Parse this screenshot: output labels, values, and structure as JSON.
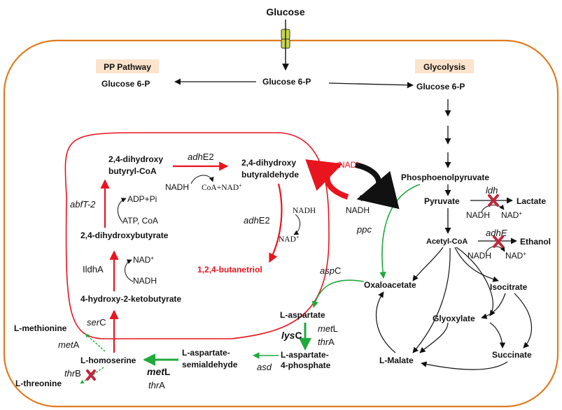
{
  "metabolites": {
    "glucose_top": "Glucose",
    "g6p_left": "Glucose 6-P",
    "g6p_center": "Glucose 6-P",
    "g6p_right": "Glucose 6-P",
    "pep": "Phosphoenolpyruvate",
    "pyruvate": "Pyruvate",
    "lactate": "Lactate",
    "acetyl_coa": "Acetyl-CoA",
    "ethanol": "Ethanol",
    "oxaloacetate": "Oxaloacetate",
    "isocitrate": "Isocitrate",
    "glyoxylate": "Glyoxylate",
    "l_malate": "L-Malate",
    "succinate": "Succinate",
    "l_aspartate": "L-aspartate",
    "l_aspartate_4p_1": "L-aspartate-",
    "l_aspartate_4p_2": "4-phosphate",
    "l_asp_semi_1": "L-aspartate-",
    "l_asp_semi_2": "semialdehyde",
    "l_homoserine": "L-homoserine",
    "l_methionine": "L-methionine",
    "l_threonine": "L-threonine",
    "hkb": "4-hydroxy-2-ketobutyrate",
    "dhb": "2,4-dihydroxybutyrate",
    "dhb_coa_1": "2,4-dihydroxy",
    "dhb_coa_2": "butyryl-CoA",
    "dhb_ald_1": "2,4-dihydroxy",
    "dhb_ald_2": "butyraldehyde",
    "butanetriol": "1,2,4-butanetriol"
  },
  "pathways": {
    "pp": "PP Pathway",
    "glycolysis": "Glycolysis"
  },
  "enzymes": {
    "ldh": "ldh",
    "adhe": "adhE",
    "ppc": "ppc",
    "aspc_a": "asp",
    "aspc_b": "C",
    "lysc_a": "lys",
    "lysc_b": "C",
    "metl_a": "met",
    "metl_b": "L",
    "thra_a": "thr",
    "thra_b": "A",
    "asd": "asd",
    "metl2_a": "met",
    "metl2_b": "L",
    "thra2_a": "thr",
    "thra2_b": "A",
    "meta_a": "met",
    "meta_b": "A",
    "thrb_a": "thr",
    "thrb_b": "B",
    "serc_a": "ser",
    "serc_b": "C",
    "ilda": "IldhA",
    "abft2": "abfT-2",
    "adhe2_top_a": "adh",
    "adhe2_top_b": "E2",
    "adhe2_right_a": "adh",
    "adhe2_right_b": "E2"
  },
  "cofactors": {
    "nad_plus": "NAD",
    "plus": "+",
    "nadh": "NADH",
    "adp_pi": "ADP+Pi",
    "atp_coa": "ATP, CoA",
    "coa_nad": "CoA+NAD"
  },
  "colors": {
    "cell_border": "#E07B1F",
    "pathway_label_bg": "#FBE3CC",
    "engineered": "#E8141E",
    "enhanced": "#1FAA3C",
    "knockout": "#C0273C",
    "default": "#111111"
  },
  "icons": {
    "transporter": "membrane-transporter-icon",
    "knockout": "knockout-cross-icon"
  }
}
